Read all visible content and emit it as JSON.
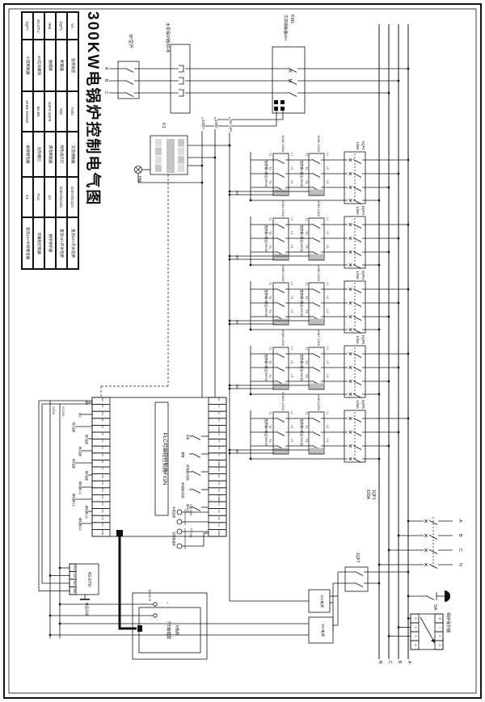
{
  "meta": {
    "title": "300KW电锅炉控制电气图"
  },
  "legend": {
    "rows": [
      [
        "SA",
        "急停按钮",
        "KM1",
        "交流接触器",
        "220V/DC12V",
        "直流12V开关电源"
      ],
      [
        "1QF1",
        "断路器",
        "HW",
        "绿色指示灯",
        "220V/DC24V",
        "直流24V开关电源"
      ],
      [
        "HMI",
        "触摸屏",
        "1QF2-1QF6",
        "漏电断路器",
        "XJ",
        "相序保护器"
      ],
      [
        "4G-DTU",
        "4G信号模块",
        "B1-B5",
        "加热箱位",
        "PLC",
        "可编程控制器"
      ],
      [
        "1QF7",
        "小型断路器",
        "1KM1-1KM10",
        "磁保继电器",
        "K1",
        "直流12V中间继电器"
      ]
    ]
  },
  "mains": {
    "breaker": "1QF1",
    "rating": "630A",
    "incoming": [
      "A",
      "B",
      "C",
      "N"
    ],
    "bus_ends": [
      "A",
      "B",
      "C",
      "N"
    ]
  },
  "pump": {
    "breaker": "3P空开",
    "phases": [
      "A",
      "B",
      "C"
    ],
    "protector": "水泵保护器XD-B",
    "contactor": "KM1",
    "contactor_type": "交流接触器32A",
    "poles": "K M",
    "relay": "K1",
    "lamp": "HW"
  },
  "rails": {
    "dc12": "DC-12V",
    "n220": "220V-",
    "p220": "220V+",
    "dc24": "DC24V",
    "dc0": "DC0V",
    "zones": [
      "B1",
      "B2",
      "B3",
      "B4",
      "B5"
    ]
  },
  "terminals": {
    "t": [
      "T1",
      "T2",
      "T3"
    ],
    "l": [
      "L1",
      "L2",
      "L3"
    ]
  },
  "groups": [
    {
      "zone": "B1",
      "breaker": "1QF2",
      "rating": "125A",
      "contactors": [
        {
          "name": "1KM1",
          "rating": "120A",
          "load": "加热箱1输出30KW"
        },
        {
          "name": "1KM2",
          "rating": "120A",
          "load": "加热箱1输出30KW"
        }
      ]
    },
    {
      "zone": "B2",
      "breaker": "1QF3",
      "rating": "125A",
      "contactors": [
        {
          "name": "1KM3",
          "rating": "120A",
          "load": "加热箱2输出30KW"
        },
        {
          "name": "1KM4",
          "rating": "120A",
          "load": "加热箱2输出30KW"
        }
      ]
    },
    {
      "zone": "B3",
      "breaker": "1QF4",
      "rating": "125A",
      "contactors": [
        {
          "name": "1KM5",
          "rating": "120A",
          "load": "加热箱3输出30KW"
        },
        {
          "name": "1KM6",
          "rating": "120A",
          "load": "加热箱3输出30KW"
        }
      ]
    },
    {
      "zone": "B4",
      "breaker": "1QF5",
      "rating": "125A",
      "contactors": [
        {
          "name": "1KM7",
          "rating": "120A",
          "load": "加热箱4输出30KW"
        },
        {
          "name": "1KM8",
          "rating": "120A",
          "load": "加热箱4输出30KW"
        }
      ]
    },
    {
      "zone": "B5",
      "breaker": "1QF6",
      "rating": "125A",
      "contactors": [
        {
          "name": "1KM9",
          "rating": "120A",
          "load": "加热箱5输出30KW"
        },
        {
          "name": "1KM10",
          "rating": "120A",
          "load": "加热箱5输出30KW"
        }
      ]
    }
  ],
  "plc": {
    "label": "PLC可编程控制器FX2N",
    "input_terms": [
      "S/S",
      "0V",
      "24V",
      "X0",
      "X1",
      "X2",
      "X3",
      "X4",
      "X5",
      "X6",
      "X7",
      "X10",
      "X11",
      "X12",
      "X13",
      "X14",
      "X15",
      "X16",
      "X17",
      "COM"
    ],
    "output_terms": [
      "Y0",
      "Y1",
      "Y2",
      "Y3",
      "COM1",
      "Y4",
      "Y5",
      "Y6",
      "Y7",
      "COM2",
      "Y10",
      "Y11",
      "Y12",
      "Y13",
      "COM3",
      "Y14",
      "Y15",
      "Y16",
      "Y17",
      "COM4"
    ],
    "input_signals": [
      "继1",
      "继2",
      "箱1温度",
      "箱2温度",
      "箱3温度",
      "箱4温度",
      "箱5温度",
      "继电器1(1)",
      "继电器2(1)",
      "继电器1(2)",
      "继电器2(2)"
    ],
    "output_signals": [
      "水泵",
      "报警",
      "继电器1控制",
      "继电器2控制",
      "指示灯"
    ]
  },
  "sensors": {
    "groups": [
      {
        "type": "NTC50K",
        "label": "水箱温度"
      },
      {
        "type": "PT100",
        "label": "加热箱温度"
      }
    ]
  },
  "psu": {
    "breaker": "1QF7",
    "v12": "12V电源",
    "v24": "24V电源"
  },
  "estop": {
    "label": "SA"
  },
  "xj": {
    "label": "相序保护器",
    "top": [
      "8",
      "7",
      "6",
      "5"
    ],
    "bottom": [
      "1",
      "2",
      "3",
      "4"
    ]
  },
  "hmi": {
    "title": "HMI",
    "sub": "7寸触摸屏",
    "power": "DC24V IN",
    "plus": "+",
    "minus": "-"
  },
  "dtu": {
    "label": "4G-DTU",
    "antenna": "吸盘天线",
    "terminals": [
      "DC24",
      "GND",
      "485A",
      "485B"
    ]
  }
}
